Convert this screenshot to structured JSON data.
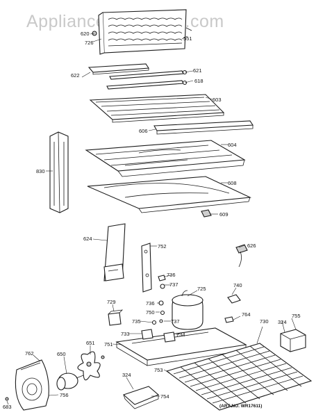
{
  "watermark": "AppliancePartsPros.com",
  "art_number": "(ART NO. WR17611)",
  "part_labels": {
    "p620": "620",
    "p726": "726",
    "p551": "551",
    "p622": "622",
    "p621": "621",
    "p618": "618",
    "p603": "603",
    "p606": "606",
    "p604": "604",
    "p830": "830",
    "p608": "608",
    "p609": "609",
    "p624": "624",
    "p752": "752",
    "p626": "626",
    "p736a": "736",
    "p737a": "737",
    "p725": "725",
    "p740": "740",
    "p729": "729",
    "p736b": "736",
    "p750": "750",
    "p737b": "737",
    "p764": "764",
    "p730": "730",
    "p324a": "324",
    "p755": "755",
    "p735": "735",
    "p733": "733",
    "p734": "734",
    "p651": "651",
    "p751": "751",
    "p762": "762",
    "p650": "650",
    "p753": "753",
    "p324b": "324",
    "p754": "754",
    "p756": "756",
    "p683": "683"
  }
}
